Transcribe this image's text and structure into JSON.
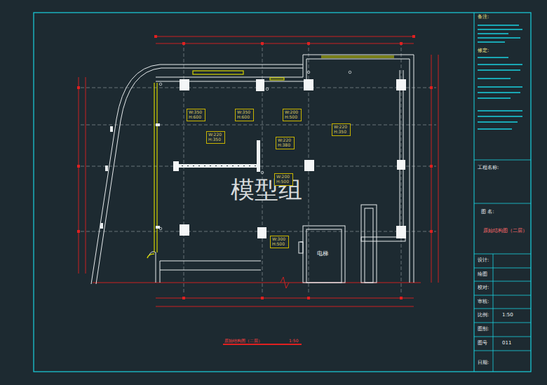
{
  "diagram": {
    "caption": "原始结构图（二层）",
    "nodes": [
      {
        "text": [
          "W:350 H:600"
        ]
      },
      {
        "text": [
          "W:350 H:600"
        ]
      },
      {
        "text": [
          "W:200 H:500"
        ]
      },
      {
        "text": [
          "W:220 H:350"
        ]
      },
      {
        "text": [
          "W:220 H:350"
        ]
      },
      {
        "text": [
          "W:220 H:380"
        ]
      },
      {
        "text": [
          "W:200 H:500"
        ]
      },
      {
        "text": [
          "W:300 H:500"
        ]
      }
    ],
    "labels": [
      "模型组",
      "电梯",
      "备注:",
      "修定:",
      "工程名称:",
      "图 名:",
      "原始结构图（二层）",
      "设计:",
      "绘图",
      "校对:",
      "审核:",
      "比例:",
      "1:50",
      "图别:",
      "图号",
      "011",
      "日期:",
      "1:50"
    ]
  }
}
